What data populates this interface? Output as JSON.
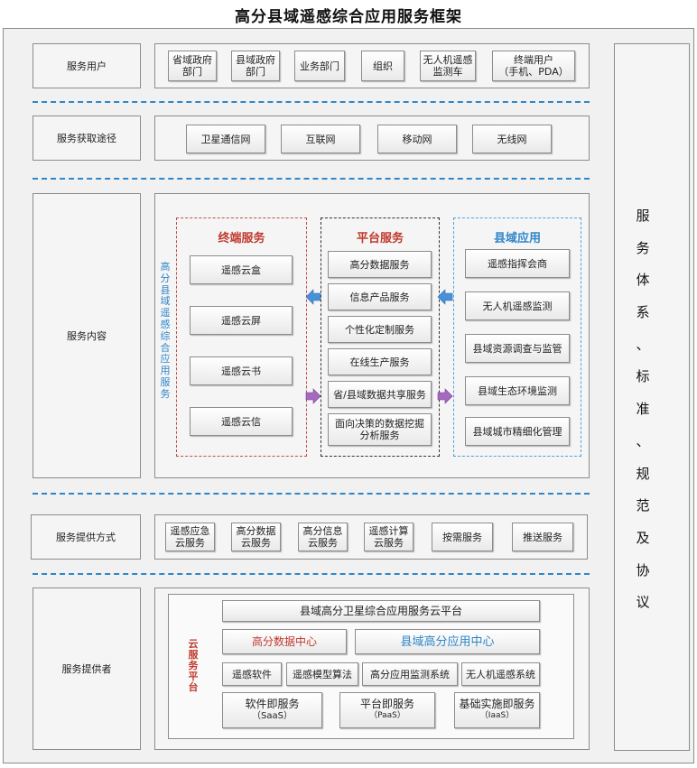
{
  "title": "高分县域遥感综合应用服务框架",
  "rows": {
    "users": {
      "label": "服务用户",
      "items": [
        "省域政府\n部门",
        "县域政府\n部门",
        "业务部门",
        "组织",
        "无人机遥感\n监测车",
        "终端用户\n（手机、PDA）"
      ]
    },
    "access": {
      "label": "服务获取途径",
      "items": [
        "卫星通信网",
        "互联网",
        "移动网",
        "无线网"
      ]
    },
    "content": {
      "label": "服务内容",
      "vertical_title": "高分县域遥感综合应用服务",
      "terminal": {
        "title": "终端服务",
        "items": [
          "遥感云盒",
          "遥感云屏",
          "遥感云书",
          "遥感云信"
        ]
      },
      "platform": {
        "title": "平台服务",
        "items": [
          "高分数据服务",
          "信息产品服务",
          "个性化定制服务",
          "在线生产服务",
          "省/县域数据共享服务",
          "面向决策的数据挖掘\n分析服务"
        ]
      },
      "county": {
        "title": "县域应用",
        "items": [
          "遥感指挥会商",
          "无人机遥感监测",
          "县域资源调查与监管",
          "县域生态环境监测",
          "县域城市精细化管理"
        ]
      }
    },
    "provision": {
      "label": "服务提供方式",
      "items": [
        "遥感应急\n云服务",
        "高分数据\n云服务",
        "高分信息\n云服务",
        "遥感计算\n云服务",
        "按需服务",
        "推送服务"
      ]
    },
    "provider": {
      "label": "服务提供者",
      "side_label": "云服务平台",
      "platform_bar": "县域高分卫星综合应用服务云平台",
      "data_center": "高分数据中心",
      "app_center": "县域高分应用中心",
      "software": [
        "遥感软件",
        "遥感模型算法",
        "高分应用监测系统",
        "无人机遥感系统"
      ],
      "services": [
        {
          "name": "软件即服务",
          "sub": "（SaaS）"
        },
        {
          "name": "平台即服务",
          "sub": "（PaaS）"
        },
        {
          "name": "基础实施即服务",
          "sub": "（IaaS）"
        }
      ]
    }
  },
  "standards": "服务体系、标准、规范及协议",
  "colors": {
    "dash": "#2e86c9",
    "red": "#c0392b",
    "blue": "#2e86c9",
    "arrow_blue": "#4a90d9",
    "arrow_purple": "#9b59b6"
  }
}
